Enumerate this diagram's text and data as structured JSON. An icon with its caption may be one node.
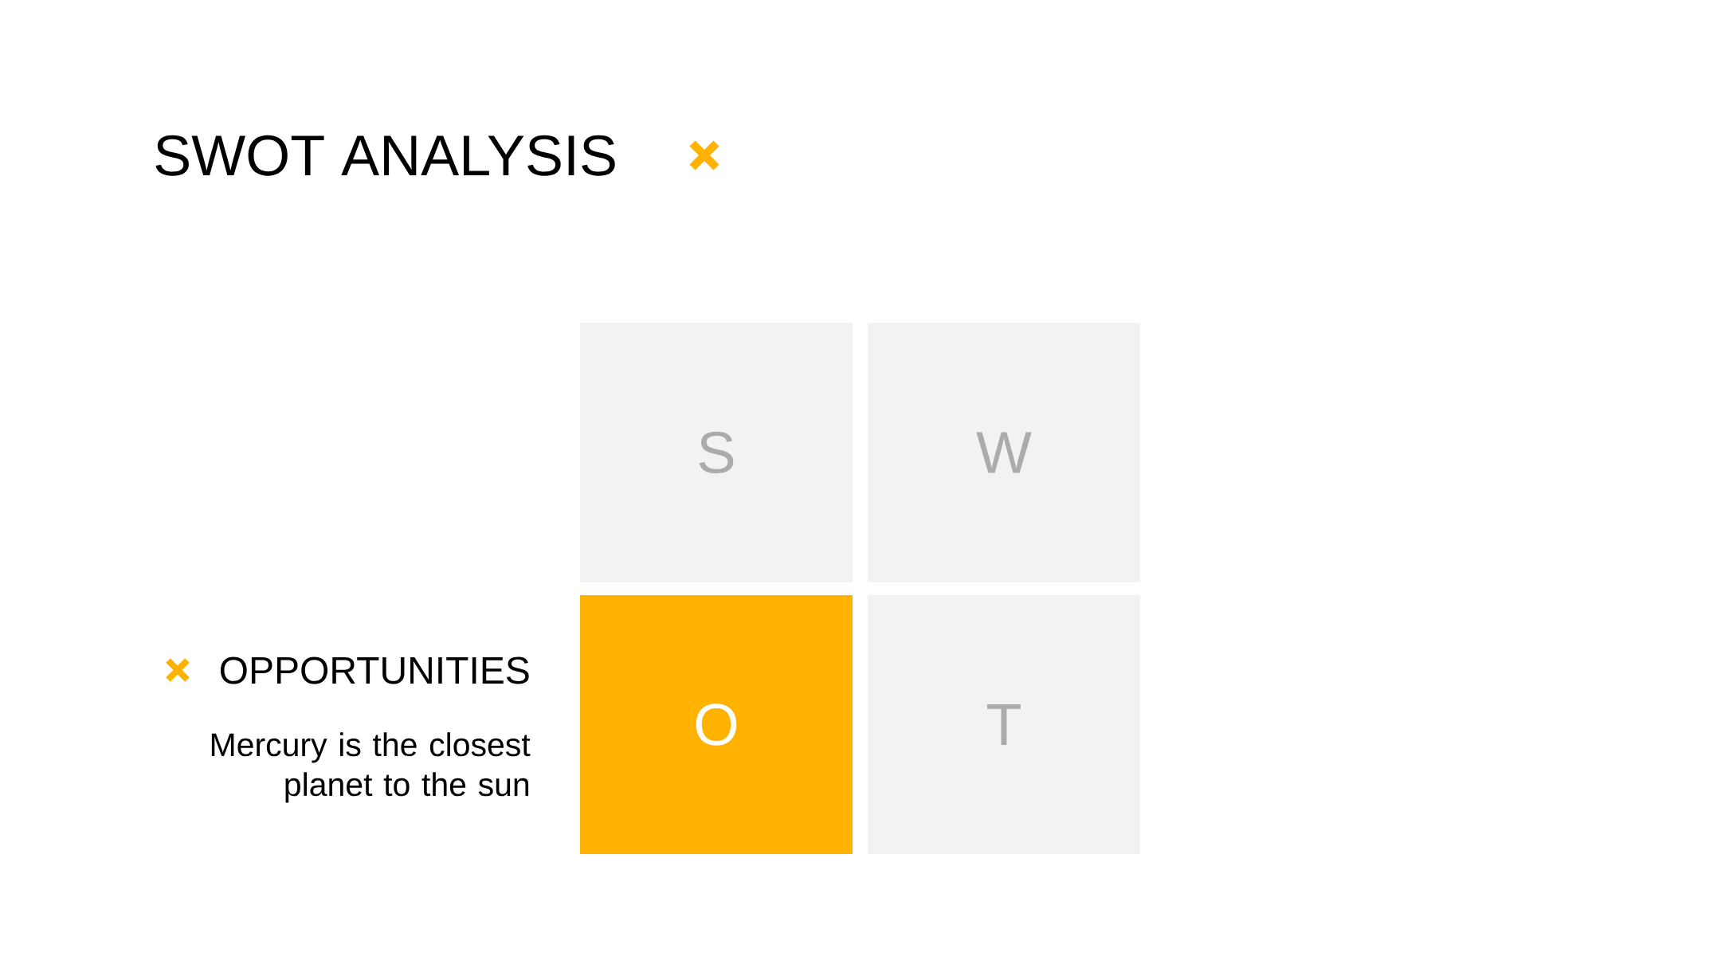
{
  "diagram": {
    "title": "SWOT ANALYSIS",
    "nodes": [
      {
        "text": [
          "S"
        ]
      },
      {
        "text": [
          "W"
        ]
      },
      {
        "text": [
          "O"
        ],
        "beside": [
          "OPPORTUNITIES",
          "Mercury is the closest planet to the sun"
        ]
      },
      {
        "text": [
          "T"
        ]
      }
    ]
  }
}
